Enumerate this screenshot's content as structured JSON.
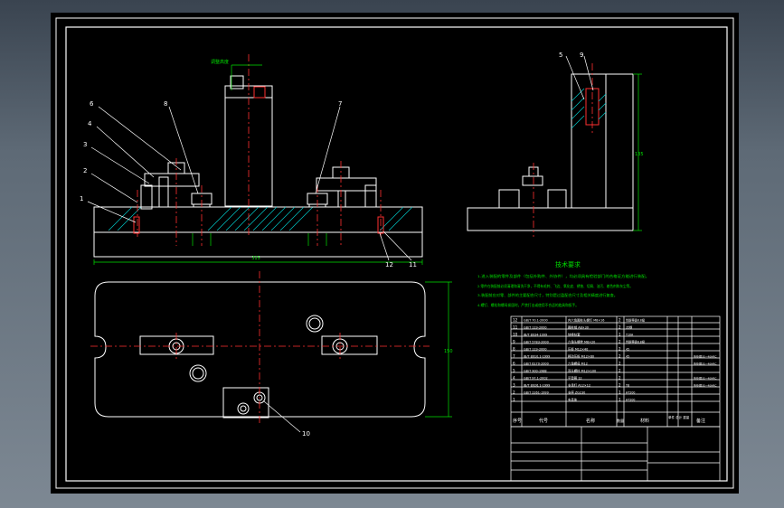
{
  "drawing": {
    "colors": {
      "background": "#000000",
      "line": "#ffffff",
      "center_line": "#ff3030",
      "dimension": "#00e000",
      "hatch": "#00c8c8",
      "part": "#ffffff",
      "accent": "#ff2020"
    },
    "front_view": {
      "balloons": [
        "6",
        "4",
        "3",
        "2",
        "1",
        "8",
        "7",
        "12",
        "11"
      ],
      "overall_dim": "315",
      "top_note": "调整高度"
    },
    "side_view": {
      "balloons": [
        "5",
        "9"
      ],
      "height_dim": "135"
    },
    "plan_view": {
      "balloon": "10",
      "height_dim": "150"
    },
    "tech_requirements": {
      "title": "技术要求",
      "lines": [
        "1.进入装配的零件及部件（包括外购件、外协件），均必须具有检验部门的合格证方能进行装配。",
        "2.零件在装配前必须清理和清洗干净，不得有毛刺、飞边、氧化皮、锈蚀、切屑、油污、着色剂和灰尘等。",
        "3.装配前应对零、部件的主要配合尺寸，特别是过盈配合尺寸及相关精度进行复查。",
        "4.螺钉、螺栓和螺母紧固时，严禁打击或使用不合适的旋具和扳手。"
      ]
    },
    "bom": {
      "rows": [
        {
          "no": "12",
          "code": "GB/T 70.1-2000",
          "name": "内六角圆柱头螺钉 M8×16",
          "qty": "2",
          "mat": "性能等级8.8级",
          "note": ""
        },
        {
          "no": "11",
          "code": "GB/T 119-2000",
          "name": "圆柱销 A8×30",
          "qty": "2",
          "mat": "35钢",
          "note": ""
        },
        {
          "no": "10",
          "code": "JB/T 8034-1999",
          "name": "快换钻套",
          "qty": "1",
          "mat": "T10A",
          "note": ""
        },
        {
          "no": "9",
          "code": "GB/T 5783-2000",
          "name": "六角头螺栓 M8×20",
          "qty": "2",
          "mat": "性能等级8.8级",
          "note": ""
        },
        {
          "no": "8",
          "code": "GB/T 119-2000",
          "name": "压板 M12×40",
          "qty": "2",
          "mat": "45",
          "note": ""
        },
        {
          "no": "7",
          "code": "JB/T 8010.1-1999",
          "name": "移动压板 M12×80",
          "qty": "2",
          "mat": "45",
          "note": "热处理35~40HRC"
        },
        {
          "no": "6",
          "code": "GB/T 6170-2000",
          "name": "六角螺母 M12",
          "qty": "2",
          "mat": "",
          "note": "热处理35~40HRC"
        },
        {
          "no": "5",
          "code": "GB/T 900-1988",
          "name": "双头螺柱 M12×100",
          "qty": "2",
          "mat": "",
          "note": ""
        },
        {
          "no": "4",
          "code": "GB/T 97.1-2002",
          "name": "平垫圈 12",
          "qty": "2",
          "mat": "",
          "note": "热处理35~40HRC"
        },
        {
          "no": "3",
          "code": "JB/T 8026.1-1999",
          "name": "支承钉 A12×12",
          "qty": "2",
          "mat": "T8",
          "note": "热处理35~40HRC"
        },
        {
          "no": "2",
          "code": "GB/T 2261-1999",
          "name": "支座 ZG230",
          "qty": "1",
          "mat": "HT200",
          "note": ""
        },
        {
          "no": "1",
          "code": "",
          "name": "夹具体",
          "qty": "1",
          "mat": "HT200",
          "note": ""
        }
      ],
      "header": {
        "no": "序号",
        "code": "代号",
        "name": "名称",
        "qty": "数量",
        "mat": "材料",
        "weight": "单件 总计\n重量",
        "note": "备注"
      }
    }
  }
}
